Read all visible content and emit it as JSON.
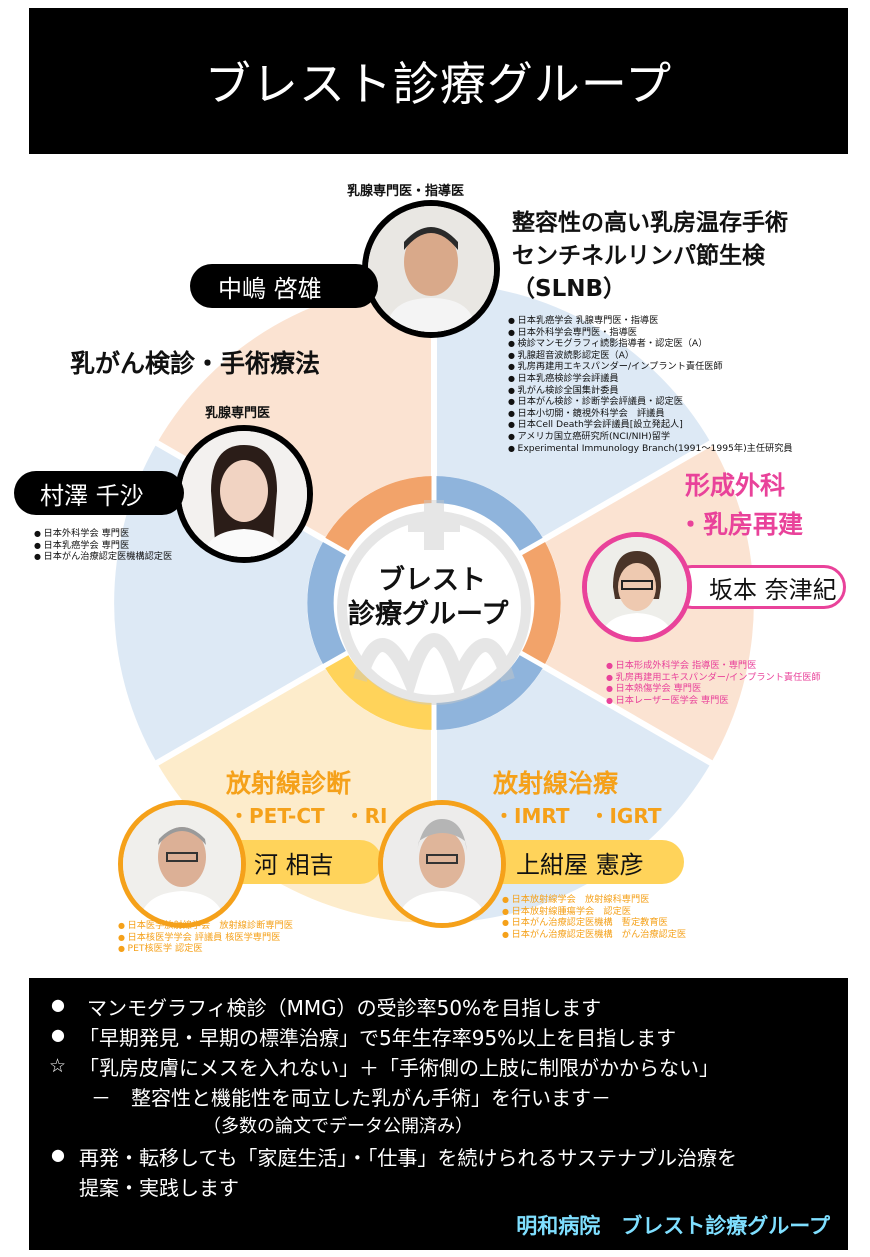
{
  "header": {
    "title": "ブレスト診療グループ"
  },
  "center": {
    "line1": "ブレスト",
    "line2": "診療グループ"
  },
  "colors": {
    "peach": "#fbe3d2",
    "light_blue": "#dde9f5",
    "cream": "#fdeccb",
    "orange": "#f2a36a",
    "blue": "#8fb4dc",
    "yellow": "#ffd35a",
    "pink": "#e9429a",
    "amber": "#f5a11a",
    "footer_accent": "#7fdfff"
  },
  "doctors": [
    {
      "caption": "乳腺専門医・指導医",
      "name": "中嶋 啓雄",
      "specialty_lines": [
        "整容性の高い乳房温存手術",
        "センチネルリンパ節生検",
        "（SLNB）"
      ],
      "credentials": [
        "日本乳癌学会 乳腺専門医・指導医",
        "日本外科学会専門医・指導医",
        "検診マンモグラフィ読影指導者・認定医（A）",
        "乳腺超音波読影認定医（A）",
        "乳房再建用エキスパンダー/インプラント責任医師",
        "日本乳癌検診学会評議員",
        "乳がん検診全国集計委員",
        "日本がん検診・診断学会評議員・認定医",
        "日本小切開・鏡視外科学会　評議員",
        "日本Cell Death学会評議員[設立発起人]",
        "アメリカ国立癌研究所(NCI/NIH)留学",
        "Experimental Immunology Branch(1991～1995年)主任研究員"
      ]
    },
    {
      "caption": "乳腺専門医",
      "name": "村澤 千沙",
      "credentials": [
        "日本外科学会 専門医",
        "日本乳癌学会 専門医",
        "日本がん治療認定医機構認定医"
      ]
    },
    {
      "name": "坂本 奈津紀",
      "specialty_lines": [
        "形成外科",
        "・乳房再建"
      ],
      "credentials": [
        "日本形成外科学会 指導医・専門医",
        "乳房再建用エキスパンダー/インプラント責任医師",
        "日本熱傷学会 専門医",
        "日本レーザー医学会 専門医"
      ]
    },
    {
      "name": "河 相吉",
      "specialty_lines": [
        "放射線診断",
        "・PET-CT　・RI"
      ],
      "credentials": [
        "日本医学放射線学会　放射線診断専門医",
        "日本核医学学会 評議員 核医学専門医",
        "PET核医学 認定医"
      ]
    },
    {
      "name": "上紺屋 憲彦",
      "specialty_lines": [
        "放射線治療",
        "・IMRT　・IGRT"
      ],
      "credentials": [
        "日本放射線学会　放射線科専門医",
        "日本放射線腫瘍学会　認定医",
        "日本がん治療認定医機構　暫定教育医",
        "日本がん治療認定医機構　がん治療認定医"
      ]
    }
  ],
  "section_label": "乳がん検診・手術療法",
  "footer": {
    "lines": [
      {
        "bullet": "●",
        "text": "マンモグラフィ検診（MMG）の受診率50%を目指します"
      },
      {
        "bullet": "●",
        "text": "「早期発見・早期の標準治療」で5年生存率95%以上を目指します"
      },
      {
        "bullet": "☆",
        "text": "「乳房皮膚にメスを入れない」＋「手術側の上肢に制限がかからない」"
      },
      {
        "bullet": "",
        "text": "－　整容性と機能性を両立した乳がん手術」を行います－"
      },
      {
        "bullet": "",
        "text": "（多数の論文でデータ公開済み）"
      },
      {
        "bullet": "●",
        "text": "再発・転移しても「家庭生活」・「仕事」を続けられるサステナブル治療を"
      },
      {
        "bullet": "",
        "text": "提案・実践します"
      }
    ],
    "signature": "明和病院　ブレスト診療グループ"
  }
}
